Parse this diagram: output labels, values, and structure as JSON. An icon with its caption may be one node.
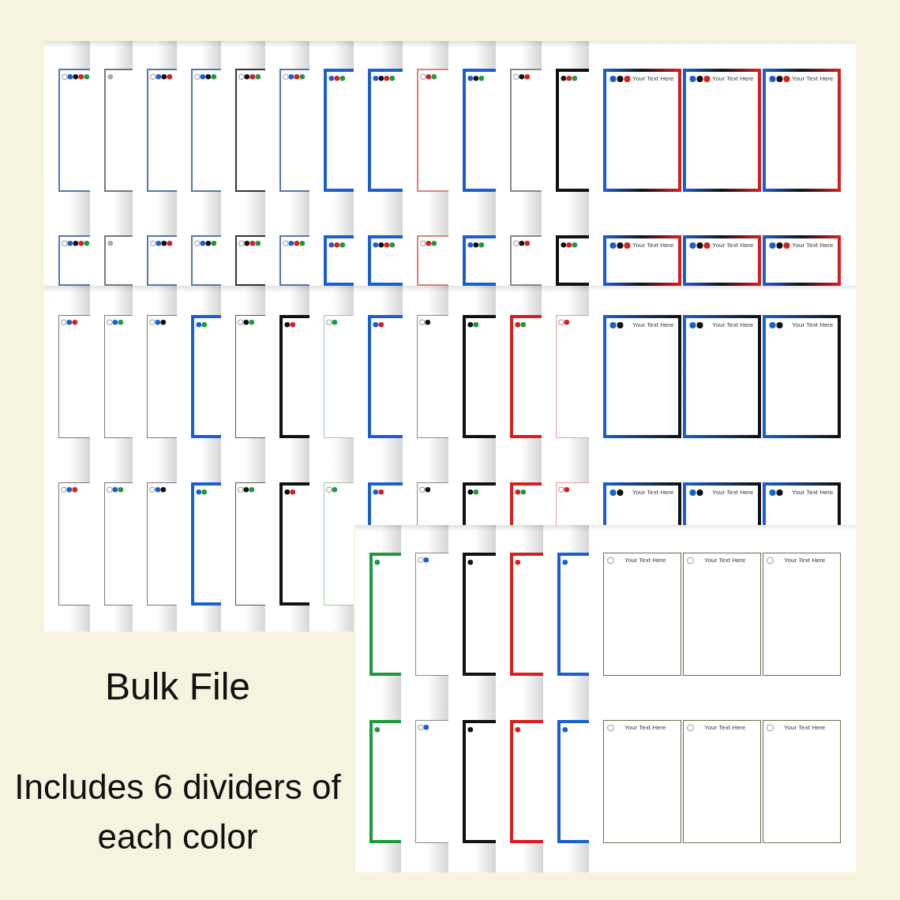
{
  "diagram": {
    "nodes": [
      {
        "text": [],
        "shape": "box"
      },
      {
        "text": [],
        "shape": "box"
      },
      {
        "text": [],
        "shape": "box"
      },
      {
        "text": [],
        "shape": "box"
      },
      {
        "text": [],
        "shape": "box"
      },
      {
        "text": [],
        "shape": "box"
      },
      {
        "text": [],
        "shape": "box"
      },
      {
        "text": [],
        "shape": "box"
      },
      {
        "text": [],
        "shape": "box"
      },
      {
        "text": [],
        "shape": "box"
      },
      {
        "text": [],
        "shape": "box"
      },
      {
        "text": [],
        "shape": "box"
      },
      {
        "text": [
          "Your Text Here"
        ]
      },
      {
        "text": [
          "Your Text Here"
        ]
      },
      {
        "text": [
          "Your Text Here"
        ]
      },
      {
        "text": [],
        "shape": "box"
      },
      {
        "text": [],
        "shape": "box"
      },
      {
        "text": [],
        "shape": "box"
      },
      {
        "text": [],
        "shape": "box"
      },
      {
        "text": [],
        "shape": "box"
      },
      {
        "text": [],
        "shape": "box"
      },
      {
        "text": [],
        "shape": "box"
      },
      {
        "text": [],
        "shape": "box"
      },
      {
        "text": [],
        "shape": "box"
      },
      {
        "text": [],
        "shape": "box"
      },
      {
        "text": [],
        "shape": "box"
      },
      {
        "text": [],
        "shape": "box"
      },
      {
        "text": [
          "Your Text Here"
        ]
      },
      {
        "text": [
          "Your Text Here"
        ]
      },
      {
        "text": [
          "Your Text Here"
        ]
      },
      {
        "text": [],
        "shape": "box"
      },
      {
        "text": [],
        "shape": "box"
      },
      {
        "text": [],
        "shape": "box"
      },
      {
        "text": [],
        "shape": "box"
      },
      {
        "text": [],
        "shape": "box"
      },
      {
        "text": [],
        "shape": "box"
      },
      {
        "text": [],
        "shape": "box"
      },
      {
        "text": [],
        "shape": "box"
      },
      {
        "text": [],
        "shape": "box"
      },
      {
        "text": [],
        "shape": "box"
      },
      {
        "text": [],
        "shape": "box"
      },
      {
        "text": [],
        "shape": "box"
      },
      {
        "text": [
          "Your Text Here"
        ]
      },
      {
        "text": [
          "Your Text Here"
        ]
      },
      {
        "text": [
          "Your Text Here"
        ]
      },
      {
        "text": [],
        "shape": "box"
      },
      {
        "text": [],
        "shape": "box"
      },
      {
        "text": [],
        "shape": "box"
      },
      {
        "text": [],
        "shape": "box"
      },
      {
        "text": [],
        "shape": "box"
      },
      {
        "text": [],
        "shape": "box"
      },
      {
        "text": [],
        "shape": "box"
      },
      {
        "text": [],
        "shape": "box"
      },
      {
        "text": [],
        "shape": "box"
      },
      {
        "text": [],
        "shape": "box"
      },
      {
        "text": [],
        "shape": "box"
      },
      {
        "text": [],
        "shape": "box"
      },
      {
        "text": [
          "Your Text Here"
        ]
      },
      {
        "text": [
          "Your Text Here"
        ]
      },
      {
        "text": [
          "Your Text Here"
        ]
      },
      {
        "text": [],
        "shape": "box"
      },
      {
        "text": [],
        "shape": "box"
      },
      {
        "text": [],
        "shape": "box"
      },
      {
        "text": [],
        "shape": "box"
      },
      {
        "text": [],
        "shape": "box"
      },
      {
        "text": [
          "Your Text Here"
        ]
      },
      {
        "text": [
          "Your Text Here"
        ]
      },
      {
        "text": [
          "Your Text Here"
        ]
      },
      {
        "text": [],
        "shape": "box"
      },
      {
        "text": [],
        "shape": "box"
      },
      {
        "text": [],
        "shape": "box"
      },
      {
        "text": [],
        "shape": "box"
      },
      {
        "text": [],
        "shape": "box"
      },
      {
        "text": [
          "Your Text Here"
        ]
      },
      {
        "text": [
          "Your Text Here"
        ]
      },
      {
        "text": [
          "Your Text Here"
        ]
      }
    ],
    "labels": [
      "Bulk File",
      "Includes 6 dividers of each color"
    ]
  }
}
